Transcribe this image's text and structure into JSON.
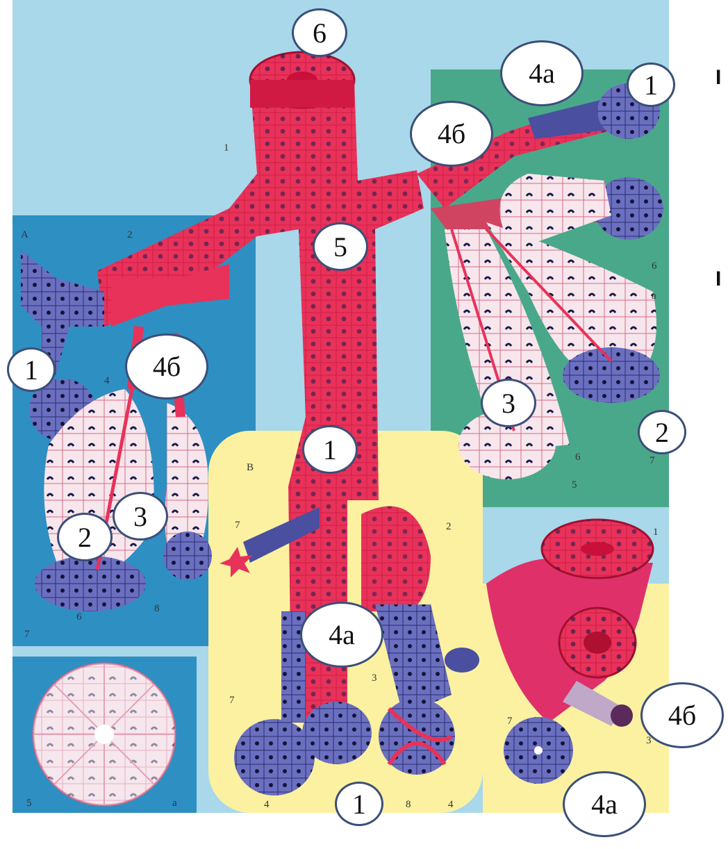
{
  "callouts": {
    "c6_top": "6",
    "c4a_top": "4а",
    "c1_topright": "1",
    "c4b_upper": "4б",
    "c5_center": "5",
    "c1_left": "1",
    "c4b_left": "4б",
    "c3_right": "3",
    "c2_right": "2",
    "c1_center": "1",
    "c2_left": "2",
    "c4a_lower": "4а",
    "c3_bottomleft": "3",
    "c4b_right": "4б",
    "c1_bottom": "1",
    "c4a_bottomright": "4а"
  },
  "small_labels": {
    "A_panel": "A",
    "B_panel": "B",
    "s1": "1",
    "s2": "2",
    "s4": "4",
    "s6a": "6",
    "sa1": "a",
    "s6b": "6",
    "s7a": "7",
    "s5a": "5",
    "s7b": "7",
    "s6c": "6",
    "s8a": "8",
    "s7c": "7",
    "s2b": "2",
    "s7d": "7",
    "s3a": "3",
    "s4b": "4",
    "s8b": "8",
    "s4c": "4",
    "s5b": "5",
    "sa2": "a",
    "s1b": "1",
    "s7e": "7",
    "s3b": "3"
  },
  "edge_marks": {
    "m1": "I",
    "m2": "I"
  },
  "colors": {
    "duct": "#e8325a",
    "serous": "#4a4fa0",
    "mucous": "#f6e4ea",
    "bg_blue": "#2e8fc2",
    "bg_light": "#a8d8ea",
    "bg_green": "#4aa88a",
    "bg_yellow": "#fbf1a0"
  }
}
